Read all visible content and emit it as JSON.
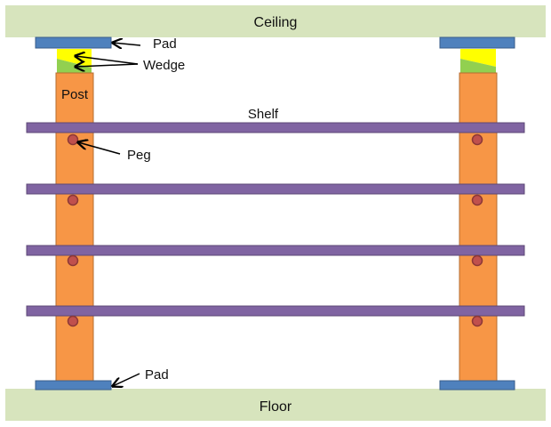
{
  "title": "Shelf post installation diagram",
  "labels": {
    "ceiling": "Ceiling",
    "floor": "Floor",
    "pad_top": "Pad",
    "pad_bottom": "Pad",
    "wedge": "Wedge",
    "post": "Post",
    "shelf": "Shelf",
    "peg": "Peg"
  },
  "colors": {
    "ceiling_floor": "#d7e4bd",
    "pad": "#4f81bd",
    "wedge_top": "#ffff00",
    "wedge_bottom": "#92d050",
    "post": "#f79646",
    "shelf": "#8064a2",
    "peg": "#c0504d"
  },
  "shelf_count": 4,
  "posts": [
    "left",
    "right"
  ]
}
